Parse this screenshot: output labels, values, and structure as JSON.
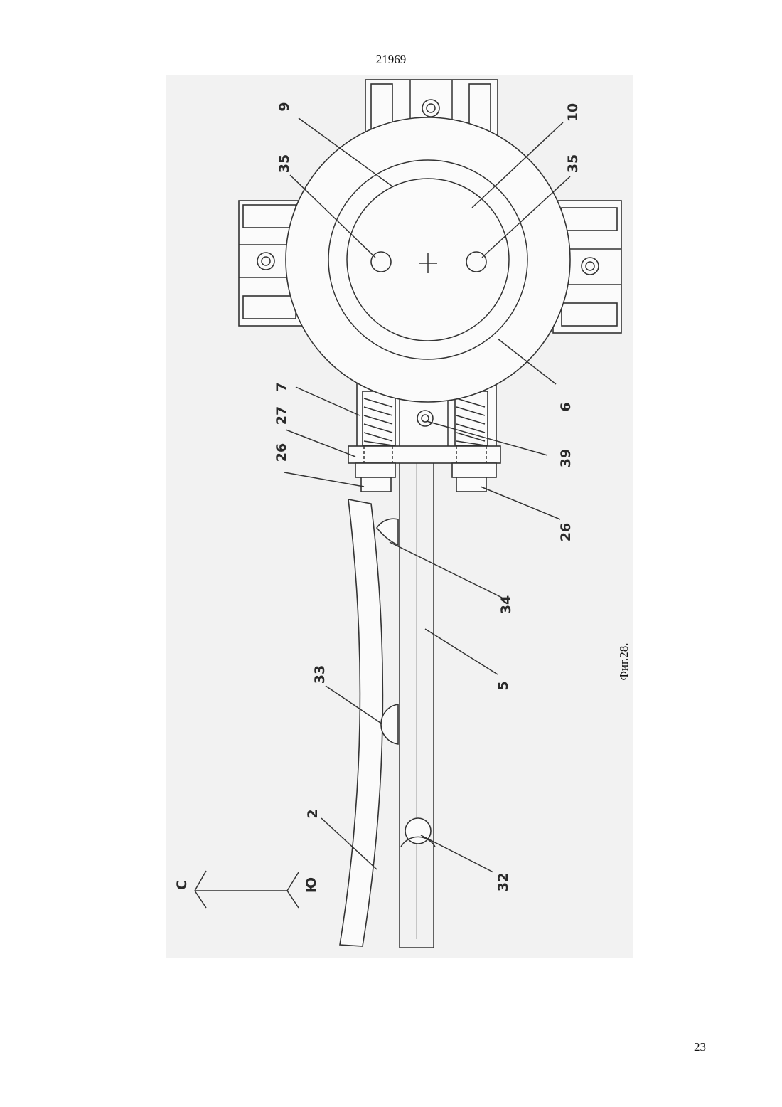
{
  "document": {
    "header_number": "21969",
    "page_number": "23",
    "figure_caption": "Фиг.28."
  },
  "labels": {
    "l9": "9",
    "l10": "10",
    "l35a": "35",
    "l35b": "35",
    "l7": "7",
    "l27": "27",
    "l26a": "26",
    "l26b": "26",
    "l6": "6",
    "l39": "39",
    "l34": "34",
    "l33": "33",
    "l5": "5",
    "l2": "2",
    "l32": "32",
    "compass_n": "С",
    "compass_s": "Ю"
  }
}
